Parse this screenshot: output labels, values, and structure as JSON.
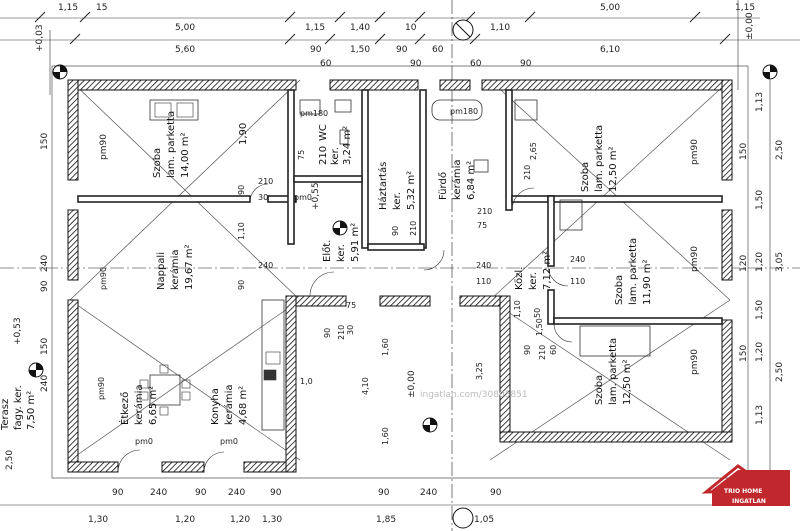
{
  "top_row1": [
    "1,15",
    "15",
    "5,00",
    "1,15",
    "1,40",
    "10",
    "1,10",
    "5,00",
    "1,15"
  ],
  "top_row2": [
    "5,60",
    "90",
    "1,50",
    "90",
    "60",
    "6,10"
  ],
  "top_row2b": [
    "60",
    "90",
    "60",
    "90"
  ],
  "bottom_row1": [
    "90",
    "240",
    "90",
    "240",
    "90",
    "90",
    "240",
    "90"
  ],
  "bottom_row2": [
    "1,30",
    "1,20",
    "1,20",
    "1,30",
    "1,85",
    "1,05"
  ],
  "left_labels": [
    "150",
    "pm90",
    "240",
    "90",
    "150",
    "240",
    "2,50"
  ],
  "right_labels": [
    "1,13",
    "2,50",
    "1,50",
    "1,20",
    "3,05",
    "1,50",
    "1,20",
    "2,50",
    "1,13"
  ],
  "right_labels2": [
    "150",
    "pm90",
    "120",
    "pm90",
    "150",
    "pm90"
  ],
  "levels": {
    "top": "+0,03",
    "left": "+0,53",
    "center": "±0,00",
    "right_top": "±0,00",
    "mid": "+0,55"
  },
  "rooms": [
    {
      "name": "Szoba",
      "floor": "lam. parketta",
      "area": "14,00 m²"
    },
    {
      "name": "Nappali",
      "floor": "kerámia",
      "area": "19,67 m²"
    },
    {
      "name": "Étkező",
      "floor": "kerámia",
      "area": "6,65 m²"
    },
    {
      "name": "Konyha",
      "floor": "kerámia",
      "area": "4,68 m²"
    },
    {
      "name": "WC",
      "floor": "ker.",
      "area": "3,24 m²"
    },
    {
      "name": "Háztartás",
      "floor": "ker.",
      "area": "5,32 m²"
    },
    {
      "name": "Fürdő",
      "floor": "kerámia",
      "area": "6,84 m²"
    },
    {
      "name": "Előt.",
      "floor": "ker.",
      "area": "5,91 m²"
    },
    {
      "name": "Közl.",
      "floor": "ker.",
      "area": "7,12 m²"
    },
    {
      "name": "Szoba",
      "floor": "lam. parketta",
      "area": "12,50 m²"
    },
    {
      "name": "Szoba",
      "floor": "lam. parketta",
      "area": "11,90 m²"
    },
    {
      "name": "Szoba",
      "floor": "lam. parketta",
      "area": "12,50 m²"
    },
    {
      "name": "Terasz",
      "floor": "fagy. ker.",
      "area": "7,50 m²"
    }
  ],
  "wc_code": "210",
  "door_labels": [
    "210",
    "90",
    "240",
    "30",
    "90",
    "1,10",
    "240",
    "110",
    "75",
    "210",
    "90",
    "210",
    "75",
    "210",
    "90",
    "1,60",
    "1,60",
    "4,10",
    "3,25",
    "240",
    "110",
    "210",
    "90",
    "60",
    "30",
    "50",
    "1,50",
    "1,10",
    "210",
    "pm180",
    "pm180",
    "pm90",
    "pm90",
    "pm0",
    "pm0",
    "pm0",
    "1,90",
    "2,65",
    "75",
    "1,0"
  ],
  "logo": {
    "line1": "TRIO HOME",
    "line2": "INGATLAN",
    "color": "#c0282d"
  },
  "watermark": "ingatlan.com/30805851"
}
